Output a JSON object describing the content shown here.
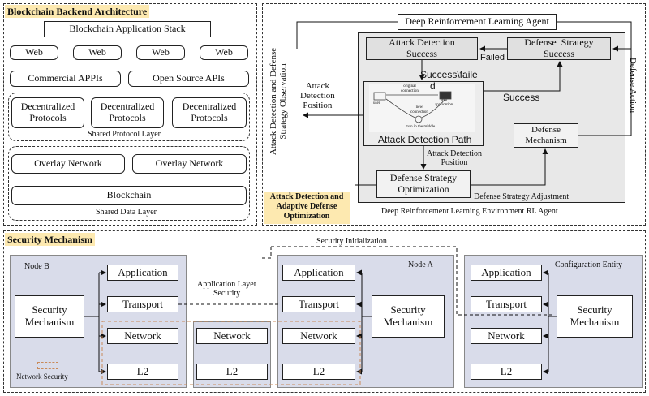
{
  "top_left": {
    "title": "Blockchain Backend Architecture",
    "app_stack": "Blockchain Application Stack",
    "web": [
      "Web",
      "Web",
      "Web",
      "Web"
    ],
    "commercial_apis": "Commercial APPIs",
    "open_source_apis": "Open Source APIs",
    "protocol": "Decentralized\nProtocols",
    "shared_protocol_layer": "Shared Protocol Layer",
    "overlay": "Overlay Network",
    "blockchain": "Blockchain",
    "shared_data_layer": "Shared Data Layer"
  },
  "top_right": {
    "agent": "Deep Reinforcement Learning Agent",
    "detection_success": "Attack Detection\nSuccess",
    "defense_success": "Defense  Strategy\nSuccess",
    "failed": "Failed",
    "success_fail": "Success\\faile",
    "original_connection": "original\nconnection",
    "user": "user",
    "web_application": "web\napplication",
    "new_connection": "new\nconnection",
    "man_in_middle": "man in the middle",
    "d": "d",
    "success": "Success",
    "attack_path": "Attack Detection Path",
    "attack_detection_position_left": "Attack\nDetection\nPosition",
    "attack_detection_position_mid": "Attack Detection\nPosition",
    "defense_mechanism": "Defense\nMechanism",
    "defense_optimization": "Defense Strategy\nOptimization",
    "defense_adjustment": "Defense Strategy Adjustment",
    "environment": "Deep Reinforcement Learning Environment RL Agent",
    "vertical_observation": "Attack Detection and Defense\nStrategy Observation",
    "defense_action": "Defense Action",
    "section_label": "Attack Detection and\nAdaptive Defense\nOptimization"
  },
  "bottom": {
    "title": "Security Mechanism",
    "security_initialization": "Security Initialization",
    "node_b": "Node B",
    "node_a": "Node A",
    "configuration_entity": "Configuration Entity",
    "security_mechanism": "Security\nMechanism",
    "application": "Application",
    "transport": "Transport",
    "network": "Network",
    "l2": "L2",
    "app_layer_security": "Application Layer\nSecurity",
    "network_security_legend": "Network Security"
  }
}
